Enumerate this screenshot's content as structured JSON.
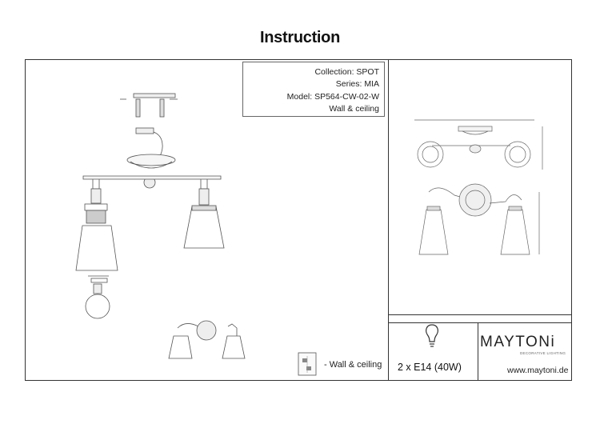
{
  "title": "Instruction",
  "info": {
    "collection": "Collection: SPOT",
    "series": "Series: MIA",
    "model": "Model: SP564-CW-02-W",
    "mount": "Wall & ceiling"
  },
  "lamp_spec": "2 x E14 (40W)",
  "brand": {
    "name": "MAYTONi",
    "tagline": "DECORATIVE LIGHTING",
    "url": "www.maytoni.de"
  },
  "mount_legend": "- Wall & ceiling",
  "icons": [
    "bulb-icon",
    "wall-ceiling-icon"
  ]
}
